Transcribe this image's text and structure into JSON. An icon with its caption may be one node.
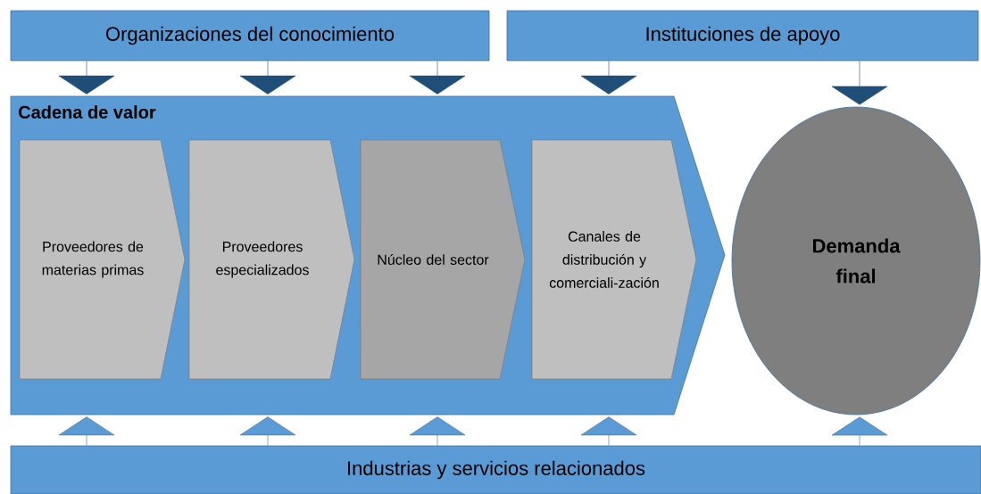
{
  "diagram": {
    "nodes": [
      {
        "text": [
          "Organizaciones del conocimiento"
        ]
      },
      {
        "text": [
          "Instituciones de apoyo"
        ]
      },
      {
        "text": [
          "Cadena de valor"
        ]
      },
      {
        "text": [
          "Proveedores de materias primas"
        ],
        "in": 2
      },
      {
        "text": [
          "Proveedores especializados"
        ],
        "in": 2
      },
      {
        "text": [
          "Núcleo del sector"
        ],
        "in": 2
      },
      {
        "text": [
          "Canales de distribución y comerciali-zación"
        ],
        "in": 2
      },
      {
        "text": [
          "Demanda final"
        ]
      },
      {
        "text": [
          "Industrias y servicios relacionados"
        ]
      }
    ],
    "edges": [
      {
        "from": 0,
        "to": 2,
        "arrow": "to"
      },
      {
        "from": 0,
        "to": 2,
        "arrow": "to"
      },
      {
        "from": 0,
        "to": 2,
        "arrow": "to"
      },
      {
        "from": 1,
        "to": 2,
        "arrow": "to"
      },
      {
        "from": 1,
        "to": 7,
        "arrow": "to"
      },
      {
        "from": 8,
        "to": 2,
        "arrow": "to"
      },
      {
        "from": 8,
        "to": 2,
        "arrow": "to"
      },
      {
        "from": 8,
        "to": 2,
        "arrow": "to"
      },
      {
        "from": 8,
        "to": 2,
        "arrow": "to"
      },
      {
        "from": 8,
        "to": 7,
        "arrow": "to"
      }
    ]
  }
}
